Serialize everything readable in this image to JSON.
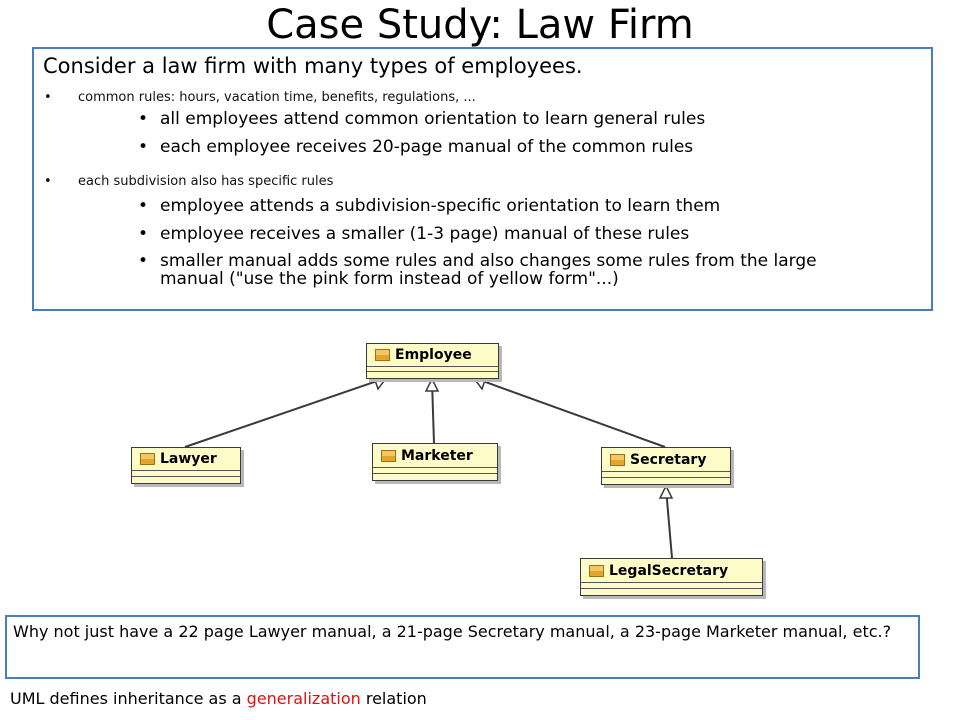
{
  "title": "Case Study: Law Firm",
  "intro": {
    "heading": "Consider a law firm with many types of employees.",
    "groups": [
      {
        "text": "common rules: hours, vacation time, benefits, regulations, ...",
        "items": [
          "all employees attend common orientation to learn general rules",
          "each employee receives 20-page manual of the common rules"
        ]
      },
      {
        "text": "each subdivision also has specific rules",
        "items": [
          "employee attends a subdivision-specific orientation to learn them",
          "employee receives a smaller (1-3 page) manual of these rules",
          "smaller manual adds some rules and also changes some rules from the large manual (\"use the pink form instead of yellow form\"...)"
        ]
      }
    ]
  },
  "diagram": {
    "classes": {
      "employee": "Employee",
      "lawyer": "Lawyer",
      "marketer": "Marketer",
      "secretary": "Secretary",
      "legal_secretary": "LegalSecretary"
    }
  },
  "question": "Why not just have a 22 page Lawyer manual, a 21-page Secretary manual, a 23-page Marketer manual, etc.?",
  "footer": {
    "before": "UML defines inheritance as a ",
    "highlight": "generalization",
    "after": " relation",
    "highlight_color": "#e01010"
  }
}
